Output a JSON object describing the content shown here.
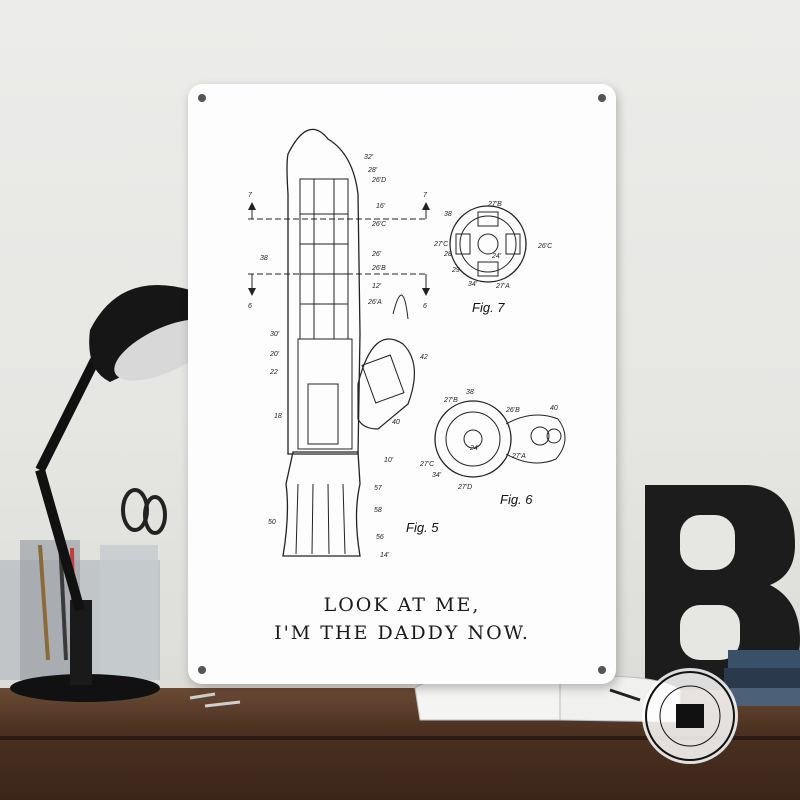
{
  "poster": {
    "caption_line1": "LOOK AT ME,",
    "caption_line2": "I'M THE DADDY NOW.",
    "figures": {
      "fig5": "Fig. 5",
      "fig6": "Fig. 6",
      "fig7": "Fig. 7"
    },
    "section_marks": {
      "upper": "7",
      "lower": "6"
    },
    "part_labels": [
      "32'",
      "28'",
      "26'D",
      "16'",
      "26'C",
      "26'",
      "26'B",
      "12'",
      "26'A",
      "38",
      "30'",
      "20'",
      "22",
      "18",
      "42",
      "40",
      "10'",
      "57",
      "58",
      "56",
      "14'",
      "50"
    ],
    "fig7_labels": [
      "27'B",
      "38",
      "27'C",
      "28",
      "24'",
      "26'C",
      "29",
      "34'",
      "27'A"
    ],
    "fig6_labels": [
      "38",
      "27'B",
      "26'B",
      "40",
      "24'",
      "27'A",
      "27'C",
      "34'",
      "27'D"
    ]
  },
  "colors": {
    "wall": "#e8e8e6",
    "shelf": "#4a3020",
    "sign": "#fdfdfd",
    "ink": "#1a1a1a"
  }
}
